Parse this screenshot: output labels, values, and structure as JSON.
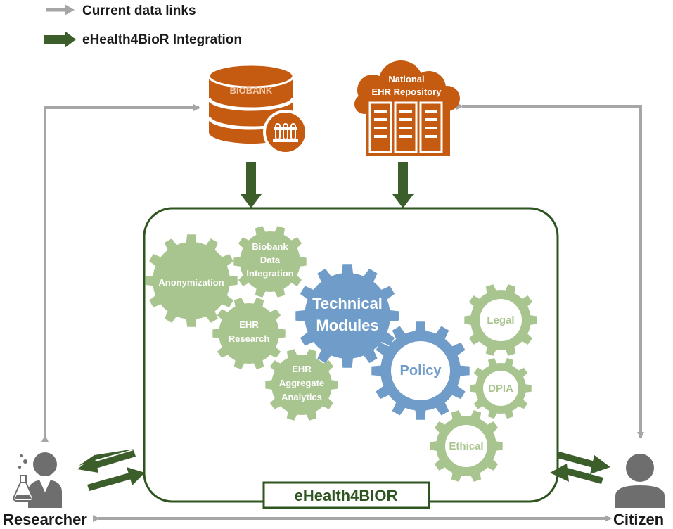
{
  "legend": {
    "current_links": "Current data links",
    "integration": "eHealth4BioR Integration"
  },
  "sources": {
    "biobank": "BIOBANK",
    "ehr_line1": "National",
    "ehr_line2": "EHR Repository"
  },
  "modules": {
    "anonymization": "Anonymization",
    "biobank_integration": [
      "Biobank",
      "Data",
      "Integration"
    ],
    "ehr_research": [
      "EHR",
      "Research"
    ],
    "ehr_aggregate": [
      "EHR",
      "Aggregate",
      "Analytics"
    ],
    "technical": [
      "Technical",
      "Modules"
    ],
    "policy": "Policy",
    "legal": "Legal",
    "dpia": "DPIA",
    "ethical": "Ethical"
  },
  "platform": {
    "label": "eHealth4BIOR"
  },
  "actors": {
    "researcher": "Researcher",
    "citizen": "Citizen"
  },
  "colors": {
    "gray_arrow": "#a6a6a6",
    "green_arrow": "#3b5e2b",
    "orange": "#c55a11",
    "gear_green": "#a9c58f",
    "gear_blue": "#6f9cc8",
    "actor_gray": "#6e6e6e"
  }
}
